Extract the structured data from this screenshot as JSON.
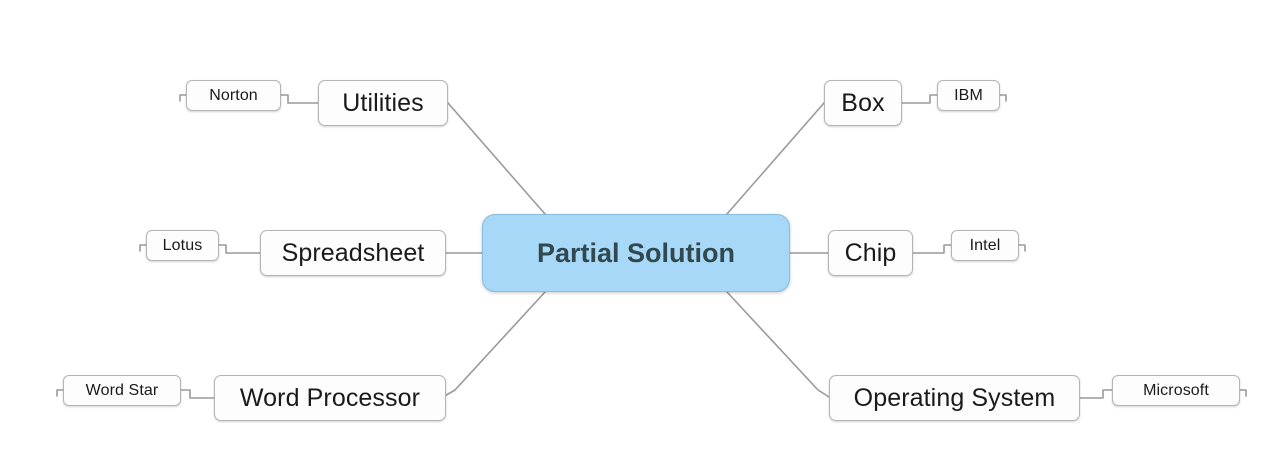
{
  "diagram": {
    "type": "mind-map",
    "title": "Partial Solution",
    "background_color": "#ffffff",
    "root": {
      "label": "Partial Solution",
      "fill_color": "#a8d8f8",
      "text_color": "#31484f",
      "border_color": "#85bede"
    },
    "branch_style": {
      "fill_color": "#fdfdfd",
      "border_color": "#b4b4b4",
      "text_color": "#1a1a1a",
      "connector_color": "#9a9a9a"
    },
    "branches": [
      {
        "label": "Utilities",
        "side": "left",
        "row": "top",
        "leaf": "Norton"
      },
      {
        "label": "Spreadsheet",
        "side": "left",
        "row": "middle",
        "leaf": "Lotus"
      },
      {
        "label": "Word Processor",
        "side": "left",
        "row": "bottom",
        "leaf": "Word Star"
      },
      {
        "label": "Box",
        "side": "right",
        "row": "top",
        "leaf": "IBM"
      },
      {
        "label": "Chip",
        "side": "right",
        "row": "middle",
        "leaf": "Intel"
      },
      {
        "label": "Operating System",
        "side": "right",
        "row": "bottom",
        "leaf": "Microsoft"
      }
    ]
  }
}
